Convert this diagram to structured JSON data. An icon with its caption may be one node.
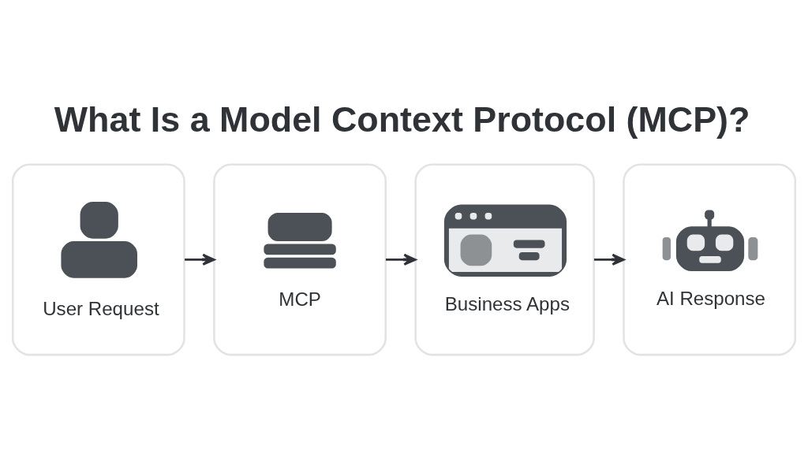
{
  "diagram": {
    "title": "What Is a Model Context Protocol (MCP)?",
    "nodes": [
      {
        "text": [
          "User Request"
        ]
      },
      {
        "text": [
          "MCP"
        ]
      },
      {
        "text": [
          "Business Apps"
        ]
      },
      {
        "text": [
          "AI Response"
        ]
      }
    ],
    "edges": [
      {
        "from": 0,
        "to": 1,
        "arrow": "to"
      },
      {
        "from": 1,
        "to": 2,
        "arrow": "to"
      },
      {
        "from": 2,
        "to": 3,
        "arrow": "to"
      }
    ]
  }
}
